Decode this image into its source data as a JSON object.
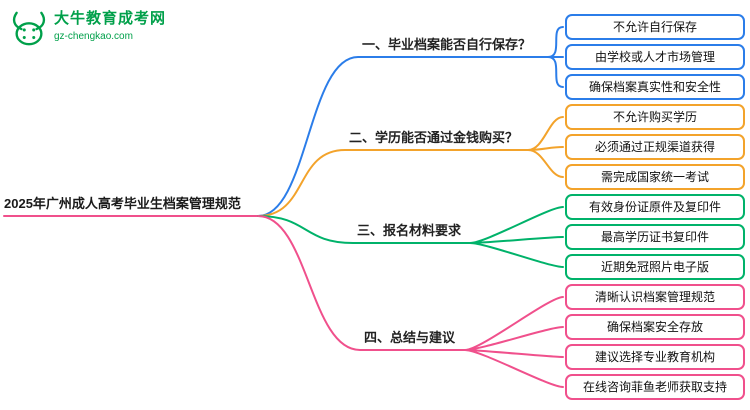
{
  "logo": {
    "name": "大牛教育成考网",
    "domain": "gz-chengkao.com",
    "color": "#00a04a"
  },
  "root": {
    "label": "2025年广州成人高考毕业生档案管理规范",
    "underline_color": "#f0508c"
  },
  "branches": [
    {
      "label": "一、毕业档案能否自行保存？",
      "color": "#2b7de9",
      "children": [
        "不允许自行保存",
        "由学校或人才市场管理",
        "确保档案真实性和安全性"
      ]
    },
    {
      "label": "二、学历能否通过金钱购买？",
      "color": "#f3a32b",
      "children": [
        "不允许购买学历",
        "必须通过正规渠道获得",
        "需完成国家统一考试"
      ]
    },
    {
      "label": "三、报名材料要求",
      "color": "#00b26a",
      "children": [
        "有效身份证原件及复印件",
        "最高学历证书复印件",
        "近期免冠照片电子版"
      ]
    },
    {
      "label": "四、总结与建议",
      "color": "#f0508c",
      "children": [
        "清晰认识档案管理规范",
        "确保档案安全存放",
        "建议选择专业教育机构",
        "在线咨询菲鱼老师获取支持"
      ]
    }
  ]
}
